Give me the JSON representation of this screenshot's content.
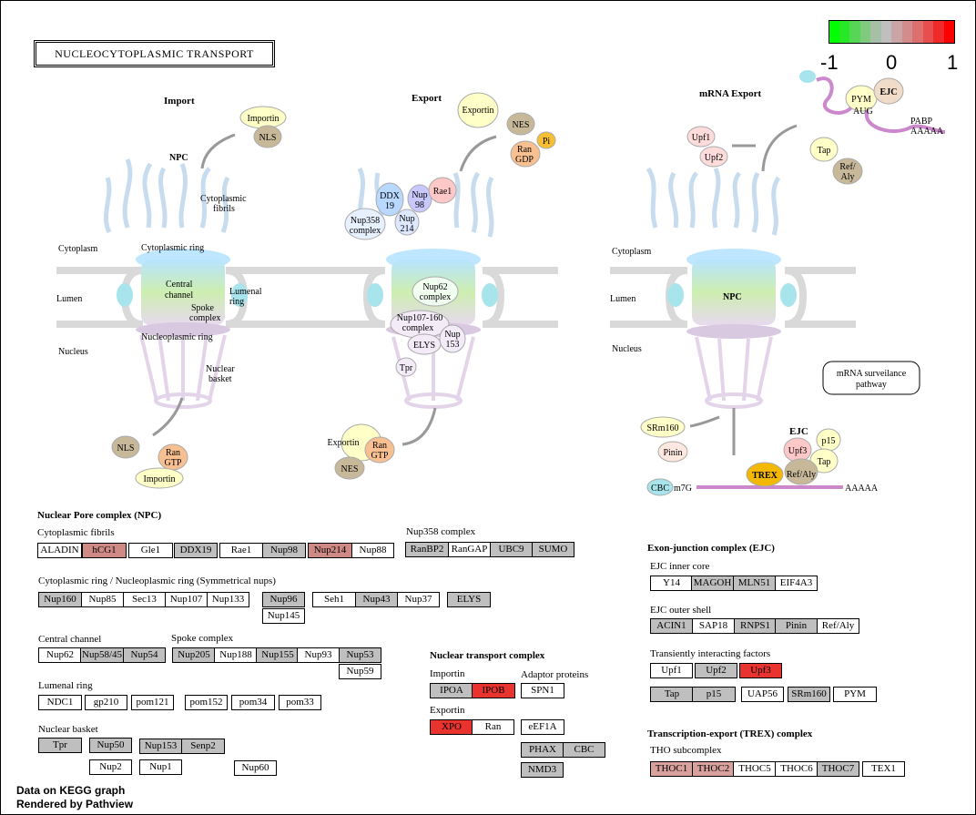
{
  "title": "NUCLEOCYTOPLASMIC TRANSPORT",
  "legend": {
    "min": "-1",
    "mid": "0",
    "max": "1",
    "colors": [
      "#00ff00",
      "#26e826",
      "#55d755",
      "#7fca7f",
      "#a6bfa6",
      "#bfbfbf",
      "#c9a5a5",
      "#d48b8b",
      "#dd6f6f",
      "#e74f4f",
      "#f02a2a",
      "#ff0000"
    ]
  },
  "footer": {
    "line1": "Data on KEGG graph",
    "line2": "Rendered by Pathview"
  },
  "diagram": {
    "import": {
      "title": "Import",
      "importin": "Importin",
      "nls": "NLS",
      "npc": "NPC",
      "cyto_fibrils_1": "Cytoplasmic",
      "cyto_fibrils_2": "fibrils",
      "cytoplasm": "Cytoplasm",
      "cyto_ring": "Cytoplasmic ring",
      "lumen": "Lumen",
      "central_1": "Central",
      "central_2": "channel",
      "lumenal_1": "Lumenal",
      "lumenal_2": "ring",
      "spoke_1": "Spoke",
      "spoke_2": "complex",
      "nucleo_ring": "Nucleoplasmic ring",
      "nucleus": "Nucleus",
      "basket_1": "Nuclear",
      "basket_2": "basket",
      "nls2": "NLS",
      "ran_1": "Ran",
      "ran_2": "GTP",
      "importin2": "Importin"
    },
    "export": {
      "title": "Export",
      "exportin": "Exportin",
      "nes": "NES",
      "ran_1": "Ran",
      "ran_2": "GDP",
      "pi": "Pi",
      "ddx_1": "DDX",
      "ddx_2": "19",
      "nup98_1": "Nup",
      "nup98_2": "98",
      "rae1": "Rae1",
      "nup358_1": "Nup358",
      "nup358_2": "complex",
      "nup214_1": "Nup",
      "nup214_2": "214",
      "nup62_1": "Nup62",
      "nup62_2": "complex",
      "nup107_1": "Nup107-160",
      "nup107_2": "complex",
      "elys": "ELYS",
      "nup153_1": "Nup",
      "nup153_2": "153",
      "tpr": "Tpr",
      "exportin2": "Exportin",
      "ran2_1": "Ran",
      "ran2_2": "GTP",
      "nes2": "NES"
    },
    "mrna": {
      "title": "mRNA Export",
      "pym": "PYM",
      "ejc": "EJC",
      "aug": "AUG",
      "pabp": "PABP",
      "aaaa": "AAAAA",
      "upf1": "Upf1",
      "upf2": "Upf2",
      "tap": "Tap",
      "refaly_1": "Ref/",
      "refaly_2": "Aly",
      "cytoplasm": "Cytoplasm",
      "lumen": "Lumen",
      "npc": "NPC",
      "nucleus": "Nucleus",
      "surv_1": "mRNA surveilance",
      "surv_2": "pathway",
      "srm160": "SRm160",
      "pinin": "Pinin",
      "ejc2": "EJC",
      "p15": "p15",
      "upf3": "Upf3",
      "tap2": "Tap",
      "trex": "TREX",
      "refaly2": "Ref/Aly",
      "cbc": "CBC",
      "m7g": "m7G",
      "aaaa2": "AAAAA"
    }
  },
  "npc": {
    "title": "Nuclear Pore complex (NPC)",
    "cyto_fibrils": "Cytoplasmic fibrils",
    "nup358_label": "Nup358 complex",
    "sym_label": "Cytoplasmic ring / Nucleoplasmic ring (Symmetrical nups)",
    "central_label": "Central channel",
    "spoke_label": "Spoke complex",
    "lumenal_label": "Lumenal ring",
    "basket_label": "Nuclear basket",
    "boxes": {
      "aladin": "ALADIN",
      "hcg1": "hCG1",
      "gle1": "Gle1",
      "ddx19": "DDX19",
      "rae1": "Rae1",
      "nup98": "Nup98",
      "nup214": "Nup214",
      "nup88": "Nup88",
      "ranbp2": "RanBP2",
      "rangap": "RanGAP",
      "ubc9": "UBC9",
      "sumo": "SUMO",
      "nup160": "Nup160",
      "nup85": "Nup85",
      "sec13": "Sec13",
      "nup107": "Nup107",
      "nup133": "Nup133",
      "nup96": "Nup96",
      "nup145": "Nup145",
      "seh1": "Seh1",
      "nup43": "Nup43",
      "nup37": "Nup37",
      "elys": "ELYS",
      "nup62": "Nup62",
      "nup5845": "Nup58/45",
      "nup54": "Nup54",
      "nup205": "Nup205",
      "nup188": "Nup188",
      "nup155": "Nup155",
      "nup93": "Nup93",
      "nup53": "Nup53",
      "nup59": "Nup59",
      "ndc1": "NDC1",
      "gp210": "gp210",
      "pom121": "pom121",
      "pom152": "pom152",
      "pom34": "pom34",
      "pom33": "pom33",
      "tpr": "Tpr",
      "nup50": "Nup50",
      "nup153": "Nup153",
      "senp2": "Senp2",
      "nup2": "Nup2",
      "nup1": "Nup1",
      "nup60": "Nup60"
    }
  },
  "ntc": {
    "title": "Nuclear transport complex",
    "importin": "Importin",
    "adaptor": "Adaptor proteins",
    "exportin": "Exportin",
    "boxes": {
      "ipoa": "IPOA",
      "ipob": "IPOB",
      "spn1": "SPN1",
      "xpo": "XPO",
      "ran": "Ran",
      "eef1a": "eEF1A",
      "phax": "PHAX",
      "cbc": "CBC",
      "nmd3": "NMD3"
    }
  },
  "ejc": {
    "title": "Exon-junction complex (EJC)",
    "inner": "EJC inner core",
    "outer": "EJC outer shell",
    "transient": "Transiently interacting factors",
    "boxes": {
      "y14": "Y14",
      "magoh": "MAGOH",
      "mln51": "MLN51",
      "eif4a3": "EIF4A3",
      "acin1": "ACIN1",
      "sap18": "SAP18",
      "rnps1": "RNPS1",
      "pinin": "Pinin",
      "refaly": "Ref/Aly",
      "upf1": "Upf1",
      "upf2": "Upf2",
      "upf3": "Upf3",
      "tap": "Tap",
      "p15": "p15",
      "uap56": "UAP56",
      "srm160": "SRm160",
      "pym": "PYM"
    }
  },
  "trex": {
    "title": "Transcription-export (TREX) complex",
    "tho": "THO subcomplex",
    "boxes": {
      "thoc1": "THOC1",
      "thoc2": "THOC2",
      "thoc5": "THOC5",
      "thoc6": "THOC6",
      "thoc7": "THOC7",
      "tex1": "TEX1"
    }
  }
}
